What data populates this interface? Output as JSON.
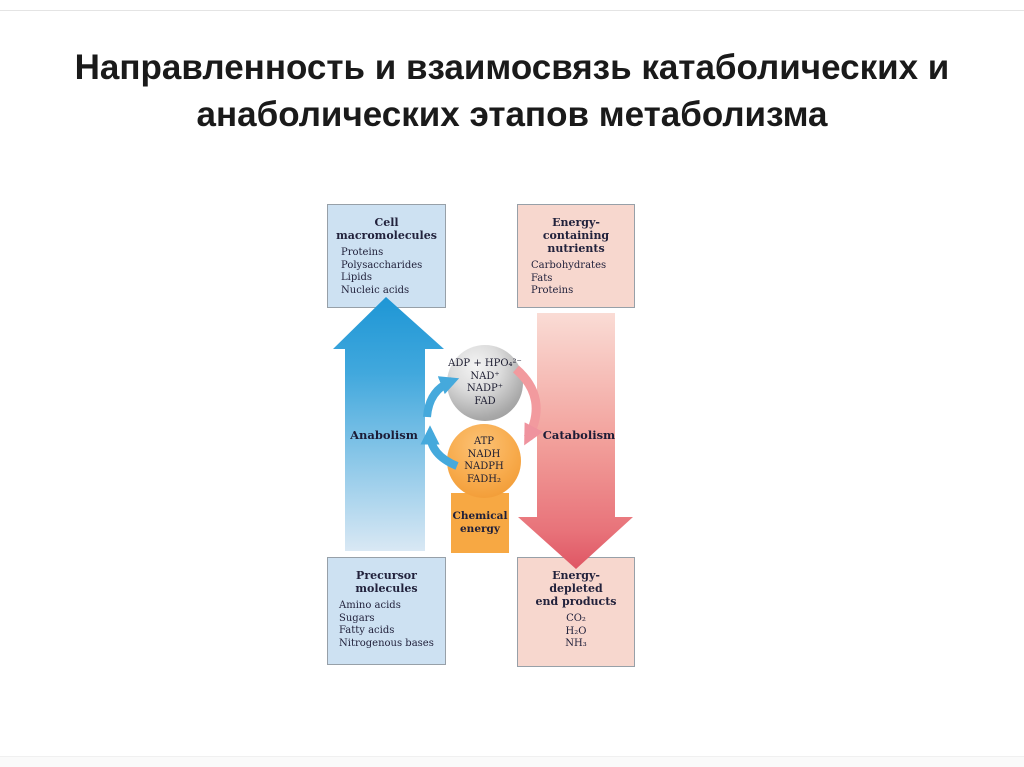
{
  "slide": {
    "title": "Направленность и взаимосвязь катаболических и анаболических этапов метаболизма"
  },
  "diagram": {
    "cell_macromolecules": {
      "title": "Cell\nmacromolecules",
      "items": [
        "Proteins",
        "Polysaccharides",
        "Lipids",
        "Nucleic acids"
      ]
    },
    "energy_containing_nutrients": {
      "title": "Energy-\ncontaining\nnutrients",
      "items": [
        "Carbohydrates",
        "Fats",
        "Proteins"
      ]
    },
    "precursor_molecules": {
      "title": "Precursor\nmolecules",
      "items": [
        "Amino acids",
        "Sugars",
        "Fatty acids",
        "Nitrogenous bases"
      ]
    },
    "energy_depleted_end_products": {
      "title": "Energy-\ndepleted\nend products",
      "items": [
        "CO₂",
        "H₂O",
        "NH₃"
      ]
    },
    "anabolism_label": "Anabolism",
    "catabolism_label": "Catabolism",
    "cofactor_pool_circle": {
      "lines": [
        "ADP + HPO₄²⁻",
        "NAD⁺",
        "NADP⁺",
        "FAD"
      ]
    },
    "energy_carrier_circle": {
      "lines": [
        "ATP",
        "NADH",
        "NADPH",
        "FADH₂"
      ]
    },
    "chemical_energy_label": "Chemical\nenergy"
  },
  "colors": {
    "anabolism_blue": "#2e9fd8",
    "anabolism_blue_faded": "#d9e8f4",
    "catabolism_pink_light": "#fadcd5",
    "catabolism_red": "#df5664",
    "blue_box_fill": "#cde1f2",
    "pink_box_fill": "#f7d7ce",
    "orange_fill": "#f7a843",
    "gray_circle_fill": "#9a9a9a",
    "box_border": "#97a0a8"
  }
}
